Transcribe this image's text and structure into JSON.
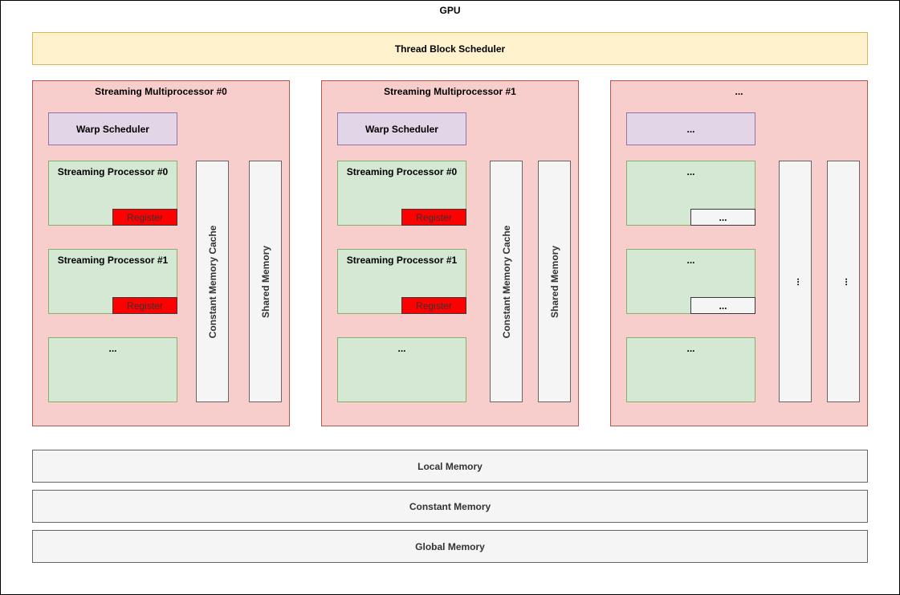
{
  "gpu": {
    "title": "GPU"
  },
  "scheduler": {
    "label": "Thread Block Scheduler"
  },
  "sm0": {
    "title": "Streaming Multiprocessor #0",
    "warp": "Warp Scheduler",
    "sp0": "Streaming Processor #0",
    "sp1": "Streaming Processor #1",
    "sp_more": "...",
    "register": "Register",
    "const_cache": "Constant Memory Cache",
    "shared": "Shared Memory"
  },
  "sm1": {
    "title": "Streaming Multiprocessor #1",
    "warp": "Warp Scheduler",
    "sp0": "Streaming Processor #0",
    "sp1": "Streaming Processor #1",
    "sp_more": "...",
    "register": "Register",
    "const_cache": "Constant Memory Cache",
    "shared": "Shared Memory"
  },
  "sm_more": {
    "title": "...",
    "warp": "...",
    "sp0": "...",
    "sp1": "...",
    "sp_more": "...",
    "register": "...",
    "const_cache": "...",
    "shared": "..."
  },
  "memory": {
    "local": "Local Memory",
    "constant": "Constant Memory",
    "global": "Global Memory"
  },
  "colors": {
    "scheduler_fill": "#fff2cc",
    "sm_fill": "#f8cecc",
    "warp_fill": "#e1d5e7",
    "sp_fill": "#d5e8d4",
    "register_fill": "#ff0000",
    "memory_fill": "#f5f5f5"
  }
}
